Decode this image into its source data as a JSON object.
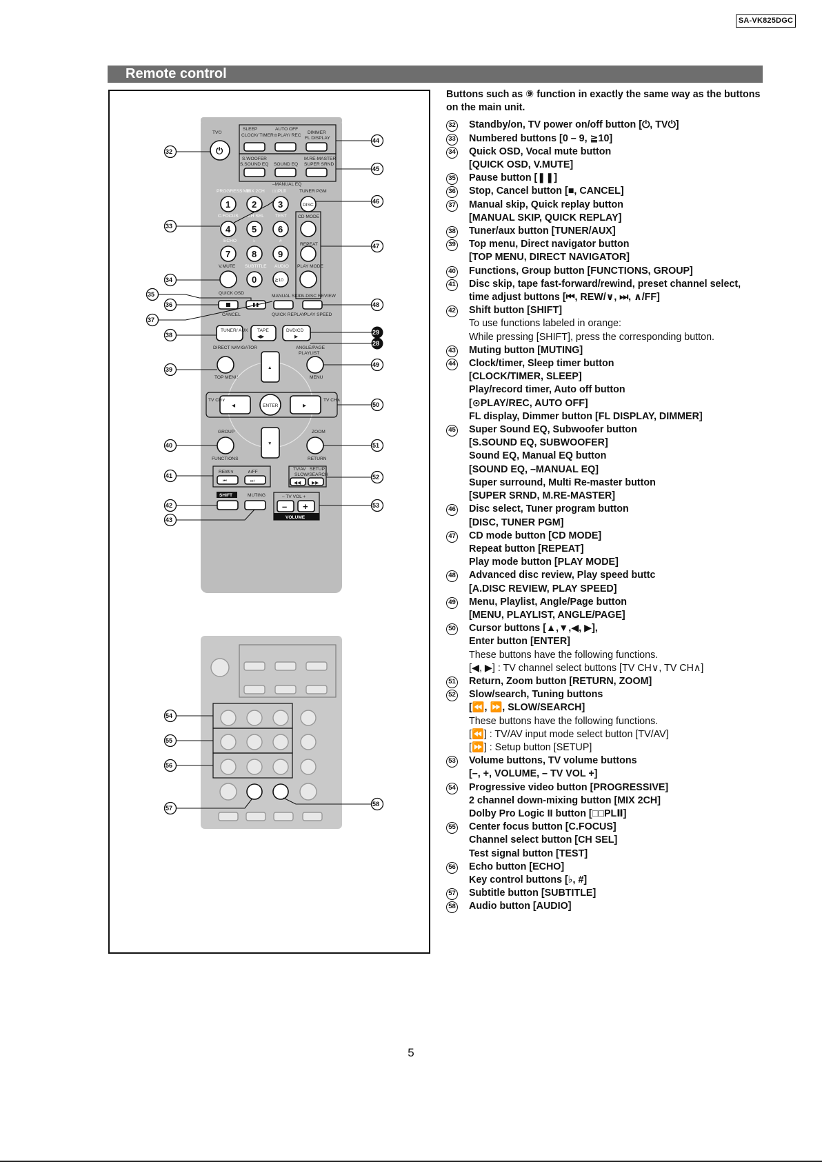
{
  "model_code": "SA-VK825DGC",
  "section_title": "Remote control",
  "page_number": "5",
  "intro": "Buttons such as ⑨ function in exactly the same way as the buttons on the main unit.",
  "remote_top": {
    "callouts": [
      "32",
      "33",
      "34",
      "35",
      "36",
      "37",
      "38",
      "39",
      "40",
      "41",
      "42",
      "43",
      "44",
      "45",
      "46",
      "47",
      "48",
      "29",
      "28",
      "49",
      "50",
      "51",
      "52",
      "53"
    ],
    "labels": {
      "tv_power": "TV⏻",
      "sleep": "SLEEP",
      "clock_timer": "CLOCK/ TIMER",
      "auto_off": "AUTO OFF",
      "play_rec": "⊙PLAY/ REC",
      "dimmer": "DIMMER",
      "fl_display": "FL DISPLAY",
      "s_woofer": "S.WOOFER",
      "s_sound_eq": "S.SOUND EQ",
      "sound_eq": "SOUND EQ",
      "m_re_master": "M.RE-MASTER",
      "super_srnd": "SUPER SRND",
      "manual_eq": "–MANUAL EQ",
      "progressive": "PROGRESSIVE",
      "mix_2ch": "MIX 2CH",
      "pl2": "□□PLⅡ",
      "tuner_pgm": "TUNER PGM",
      "c_focus": "C.FOCUS",
      "ch_sel": "CH SEL",
      "test": "TEST",
      "cd_mode": "CD MODE",
      "echo": "ECHO",
      "flat": "♭",
      "sharp": "#",
      "repeat": "REPEAT",
      "v_mute": "V.MUTE",
      "subtitle": "SUBTITLE",
      "audio": "AUDIO",
      "play_mode": "PLAY MODE",
      "quick_osd": "QUICK OSD",
      "manual_skip": "MANUAL SKIP",
      "a_disc_review": "A.DISC REVIEW",
      "cancel": "CANCEL",
      "quick_replay": "QUICK REPLAY",
      "play_speed": "PLAY SPEED",
      "tuner_aux": "TUNER/ AUX",
      "tape": "TAPE",
      "dvd_cd": "DVD/CD",
      "direct_navigator": "DIRECT NAVIGATOR",
      "angle_page": "ANGLE/PAGE",
      "playlist": "PLAYLIST",
      "top_menu": "TOP MENU",
      "menu": "MENU",
      "tv_ch_down": "TV CH∨",
      "tv_ch_up": "TV CH∧",
      "enter": "ENTER",
      "group": "GROUP",
      "functions": "FUNCTIONS",
      "zoom": "ZOOM",
      "return": "RETURN",
      "rew": "REW/∨",
      "ff": "∧/FF",
      "tv_av": "TV/AV",
      "setup": "SETUP",
      "slow_search": "SLOW/SEARCH",
      "shift": "SHIFT",
      "muting": "MUTING",
      "tv_vol": "– TV VOL +",
      "volume": "VOLUME",
      "disc": "DISC"
    },
    "number_keys": [
      "1",
      "2",
      "3",
      "4",
      "5",
      "6",
      "7",
      "8",
      "9",
      "0",
      "≧10"
    ]
  },
  "remote_bottom": {
    "callouts": [
      "54",
      "55",
      "56",
      "57",
      "58"
    ]
  },
  "entries": [
    {
      "num": "32",
      "lines": [
        {
          "t": "Standby/on, TV power on/off button [⏻, TV⏻]"
        }
      ]
    },
    {
      "num": "33",
      "lines": [
        {
          "t": "Numbered buttons [0 – 9, ≧10]"
        }
      ]
    },
    {
      "num": "34",
      "lines": [
        {
          "t": "Quick OSD, Vocal mute button"
        },
        {
          "t": "[QUICK OSD, V.MUTE]"
        }
      ]
    },
    {
      "num": "35",
      "lines": [
        {
          "t": "Pause button [❚❚]"
        }
      ]
    },
    {
      "num": "36",
      "lines": [
        {
          "t": "Stop, Cancel button [■, CANCEL]"
        }
      ]
    },
    {
      "num": "37",
      "lines": [
        {
          "t": "Manual skip, Quick replay button"
        },
        {
          "t": "[MANUAL SKIP, QUICK REPLAY]"
        }
      ]
    },
    {
      "num": "38",
      "lines": [
        {
          "t": "Tuner/aux button [TUNER/AUX]"
        }
      ]
    },
    {
      "num": "39",
      "lines": [
        {
          "t": "Top menu, Direct navigator button"
        },
        {
          "t": "[TOP MENU, DIRECT NAVIGATOR]"
        }
      ]
    },
    {
      "num": "40",
      "lines": [
        {
          "t": "Functions, Group button [FUNCTIONS, GROUP]"
        }
      ]
    },
    {
      "num": "41",
      "lines": [
        {
          "t": "Disc skip, tape fast-forward/rewind, preset channel select,"
        },
        {
          "t": "time adjust buttons [⏮, REW/∨, ⏭, ∧/FF]"
        }
      ]
    },
    {
      "num": "42",
      "lines": [
        {
          "t": "Shift button [SHIFT]"
        },
        {
          "t": "To use functions labeled in orange:",
          "note": true
        },
        {
          "t": "While pressing [SHIFT], press the corresponding button.",
          "note": true
        }
      ]
    },
    {
      "num": "43",
      "lines": [
        {
          "t": "Muting button [MUTING]"
        }
      ]
    },
    {
      "num": "44",
      "lines": [
        {
          "t": "Clock/timer, Sleep timer button"
        },
        {
          "t": "[CLOCK/TIMER, SLEEP]"
        },
        {
          "t": "Play/record timer, Auto off button"
        },
        {
          "t": "[⊙PLAY/REC, AUTO OFF]"
        },
        {
          "t": "FL display, Dimmer button [FL DISPLAY, DIMMER]"
        }
      ]
    },
    {
      "num": "45",
      "lines": [
        {
          "t": "Super Sound EQ, Subwoofer button"
        },
        {
          "t": "[S.SOUND EQ, SUBWOOFER]"
        },
        {
          "t": "Sound EQ, Manual EQ button"
        },
        {
          "t": "[SOUND EQ, –MANUAL EQ]"
        },
        {
          "t": "Super surround, Multi Re-master button"
        },
        {
          "t": "[SUPER SRND, M.RE-MASTER]"
        }
      ]
    },
    {
      "num": "46",
      "lines": [
        {
          "t": "Disc select, Tuner program button"
        },
        {
          "t": "[DISC, TUNER PGM]"
        }
      ]
    },
    {
      "num": "47",
      "lines": [
        {
          "t": "CD mode button [CD MODE]"
        },
        {
          "t": "Repeat button [REPEAT]"
        },
        {
          "t": "Play mode button [PLAY MODE]"
        }
      ]
    },
    {
      "num": "48",
      "lines": [
        {
          "t": "Advanced disc review, Play speed buttc"
        },
        {
          "t": "[A.DISC REVIEW, PLAY SPEED]"
        }
      ]
    },
    {
      "num": "49",
      "lines": [
        {
          "t": "Menu, Playlist, Angle/Page button"
        },
        {
          "t": "[MENU, PLAYLIST, ANGLE/PAGE]"
        }
      ]
    },
    {
      "num": "50",
      "lines": [
        {
          "t": "Cursor buttons [▲,▼,◀, ▶],"
        },
        {
          "t": "Enter button [ENTER]"
        },
        {
          "t": "These buttons have the following functions.",
          "note": true
        },
        {
          "t": "[◀, ▶] : TV channel select buttons  [TV CH∨, TV CH∧]",
          "note": true
        }
      ]
    },
    {
      "num": "51",
      "lines": [
        {
          "t": "Return, Zoom button [RETURN, ZOOM]"
        }
      ]
    },
    {
      "num": "52",
      "lines": [
        {
          "t": "Slow/search, Tuning buttons"
        },
        {
          "t": "[⏪, ⏩, SLOW/SEARCH]"
        },
        {
          "t": "These buttons have the following functions.",
          "note": true
        },
        {
          "t": "[⏪] : TV/AV input mode select button [TV/AV]",
          "note": true
        },
        {
          "t": "[⏩] : Setup button [SETUP]",
          "note": true
        }
      ]
    },
    {
      "num": "53",
      "lines": [
        {
          "t": "Volume buttons, TV volume buttons"
        },
        {
          "t": "[–, +, VOLUME, – TV VOL +]"
        }
      ]
    },
    {
      "num": "54",
      "lines": [
        {
          "t": "Progressive video button [PROGRESSIVE]"
        },
        {
          "t": "2 channel down-mixing button [MIX 2CH]"
        },
        {
          "t": "Dolby Pro Logic II button [□□PLⅡ]"
        }
      ]
    },
    {
      "num": "55",
      "lines": [
        {
          "t": "Center focus button [C.FOCUS]"
        },
        {
          "t": "Channel select button [CH SEL]"
        },
        {
          "t": "Test signal button [TEST]"
        }
      ]
    },
    {
      "num": "56",
      "lines": [
        {
          "t": "Echo button [ECHO]"
        },
        {
          "t": "Key control buttons [♭, #]"
        }
      ]
    },
    {
      "num": "57",
      "lines": [
        {
          "t": "Subtitle button [SUBTITLE]"
        }
      ]
    },
    {
      "num": "58",
      "lines": [
        {
          "t": "Audio button [AUDIO]"
        }
      ]
    }
  ]
}
